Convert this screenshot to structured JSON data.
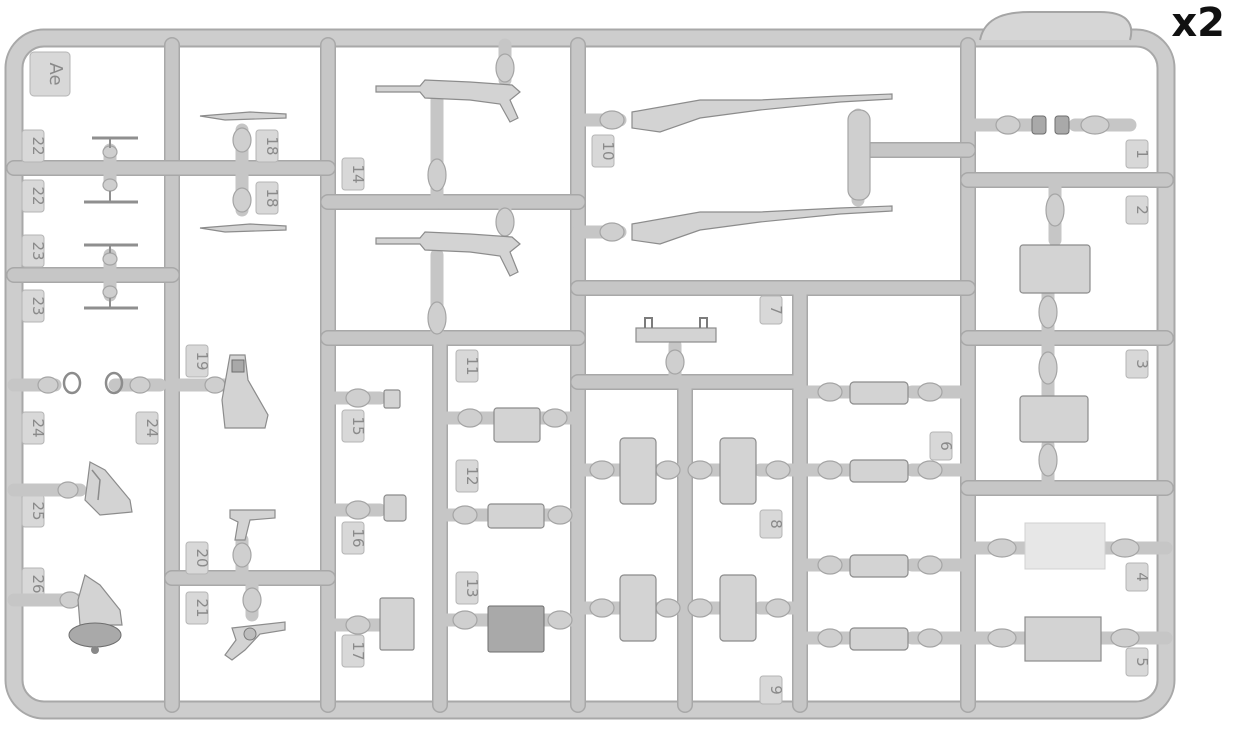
{
  "multiplier": "x2",
  "sprue_code": "Ae",
  "colors": {
    "plastic": "#c9c9c9",
    "plastic_edge": "#a9a9a9",
    "part_dark": "#9e9e9e",
    "part_light": "#dcdcdc",
    "label": "#8a8a8a"
  },
  "part_numbers": {
    "p1": "1",
    "p2": "2",
    "p3": "3",
    "p4": "4",
    "p5": "5",
    "p6": "6",
    "p7": "7",
    "p8": "8",
    "p9": "9",
    "p10": "10",
    "p11": "11",
    "p12": "12",
    "p13": "13",
    "p14": "14",
    "p15": "15",
    "p16": "16",
    "p17": "17",
    "p18a": "18",
    "p18b": "18",
    "p19": "19",
    "p20": "20",
    "p21": "21",
    "p22a": "22",
    "p22b": "22",
    "p23a": "23",
    "p23b": "23",
    "p24a": "24",
    "p24b": "24",
    "p25": "25",
    "p26": "26"
  }
}
